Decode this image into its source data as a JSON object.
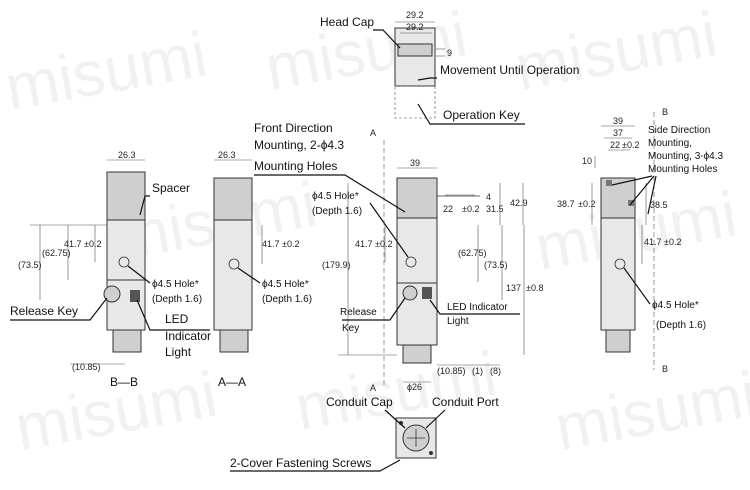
{
  "watermark": "misumi",
  "top_view": {
    "dims": [
      "29.2",
      "29.2",
      "9"
    ],
    "labels": {
      "head_cap": "Head Cap",
      "movement": "Movement Until Operation",
      "operation_key": "Operation Key"
    }
  },
  "view_bb": {
    "dims": [
      "26.3",
      "41.7",
      "±0.2",
      "(62.75)",
      "(73.5)",
      "(10.85)"
    ],
    "labels": {
      "spacer": "Spacer",
      "hole": "ϕ4.5 Hole*",
      "depth": "(Depth 1.6)",
      "release_key": "Release Key",
      "led_line1": "LED",
      "led_line2": "Indicator",
      "led_line3": "Light",
      "title": "B—B"
    }
  },
  "view_aa": {
    "dims": [
      "26.3",
      "41.7",
      "±0.2"
    ],
    "labels": {
      "hole": "ϕ4.5 Hole*",
      "depth": "(Depth 1.6)",
      "title": "A—A"
    }
  },
  "front_view": {
    "dims": [
      "39",
      "22",
      "±0.2",
      "4",
      "31.5",
      "42.9",
      "41.7",
      "±0.2",
      "(62.75)",
      "(73.5)",
      "(179.9)",
      "137",
      "±0.8",
      "(10.85)",
      "(1)",
      "(8)",
      "ϕ26"
    ],
    "labels": {
      "front_mount_1": "Front Direction",
      "front_mount_2": "Mounting, 2-ϕ4.3",
      "front_mount_3": "Mounting Holes",
      "hole": "ϕ4.5 Hole*",
      "depth": "(Depth 1.6)",
      "release_1": "Release",
      "release_2": "Key",
      "led_1": "LED Indicator",
      "led_2": "Light",
      "marker_a": "A"
    }
  },
  "side_view": {
    "dims": [
      "39",
      "37",
      "22",
      "±0.2",
      "10",
      "38.7",
      "±0.2",
      "38.5",
      "41.7",
      "±0.2"
    ],
    "labels": {
      "side_1": "Side Direction",
      "side_2": "Mounting,",
      "side_3": "Mounting, 3-ϕ4.3",
      "side_4": "Mounting Holes",
      "hole": "ϕ4.5 Hole*",
      "depth": "(Depth 1.6)",
      "marker_b": "B"
    }
  },
  "bottom_view": {
    "labels": {
      "conduit_cap": "Conduit Cap",
      "conduit_port": "Conduit Port",
      "screws": "2-Cover Fastening Screws"
    }
  }
}
